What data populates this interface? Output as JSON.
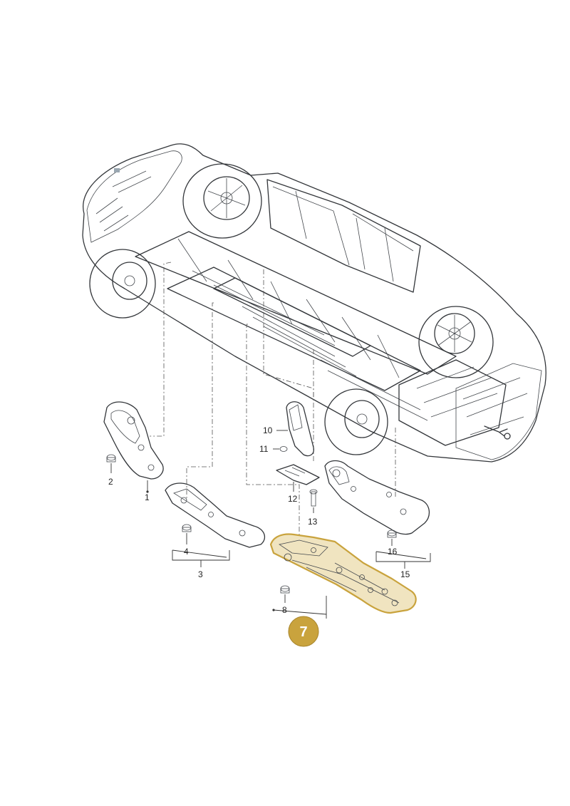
{
  "colors": {
    "body_fill": "#e3ecf2",
    "body_shade": "#cdd9e3",
    "part_fill": "#d9dfe4",
    "part_shade": "#b9c3cb",
    "highlight_fill": "#f0e4c0",
    "highlight_stroke": "#c9a33d",
    "callout_fill": "#c9a33d",
    "line": "#33363a"
  },
  "parts": [
    {
      "id": "p1",
      "label": "1"
    },
    {
      "id": "p2",
      "label": "2"
    },
    {
      "id": "p3",
      "label": "3"
    },
    {
      "id": "p4",
      "label": "4"
    },
    {
      "id": "p8",
      "label": "8"
    },
    {
      "id": "p10",
      "label": "10"
    },
    {
      "id": "p11",
      "label": "11"
    },
    {
      "id": "p12",
      "label": "12"
    },
    {
      "id": "p13",
      "label": "13"
    },
    {
      "id": "p15",
      "label": "15"
    },
    {
      "id": "p16",
      "label": "16"
    }
  ],
  "callout": {
    "label": "7"
  }
}
